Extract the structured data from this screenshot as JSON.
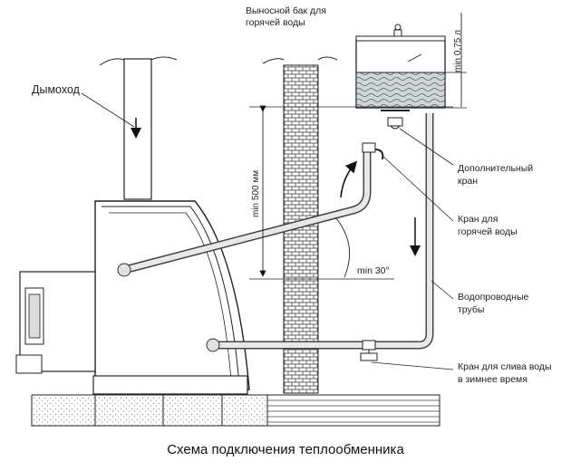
{
  "labels": {
    "chimney": "Дымоход",
    "tank_line1": "Выносной бак для",
    "tank_line2": "горячей воды",
    "tank_volume": "min 0,75 л",
    "height_min": "min 500 мм",
    "angle_min": "min 30°",
    "extra_tap_line1": "Дополнительный",
    "extra_tap_line2": "кран",
    "hot_tap_line1": "Кран для",
    "hot_tap_line2": "горячей воды",
    "pipes_line1": "Водопроводные",
    "pipes_line2": "трубы",
    "drain_line1": "Кран для слива воды",
    "drain_line2": "в зимнее время"
  },
  "caption": "Схема подключения теплообменника"
}
